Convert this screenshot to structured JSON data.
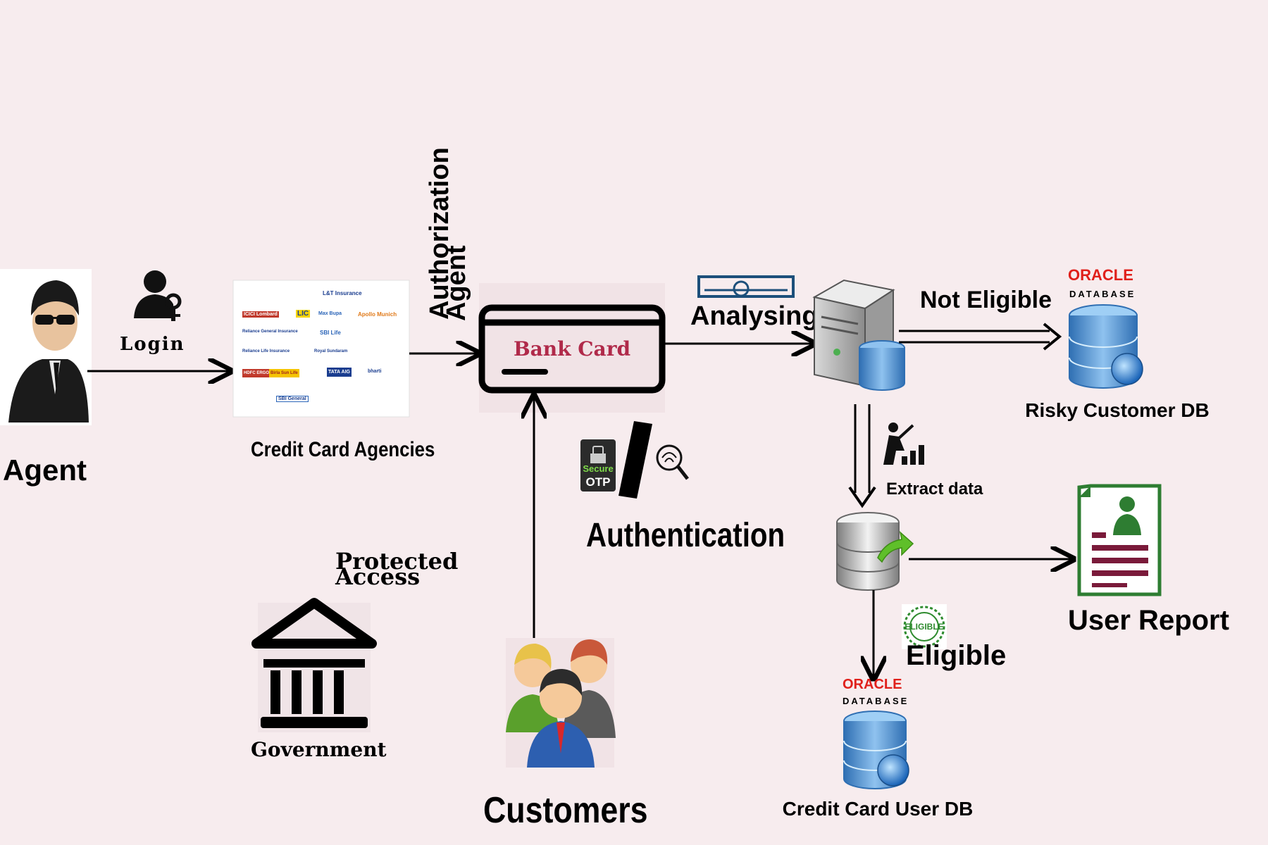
{
  "nodes": {
    "agent": {
      "label": "Agent"
    },
    "login": {
      "label": "Login"
    },
    "agencies": {
      "label": "Credit Card Agencies",
      "logos": [
        "L&T Insurance",
        "ICICI Lombard",
        "LIC",
        "Max Bupa",
        "Apollo Munich",
        "Reliance General Insurance",
        "SBI Life",
        "Reliance Life Insurance",
        "Royal Sundaram",
        "HDFC ERGO",
        "Birla Sun Life",
        "TATA AIG",
        "bharti",
        "SBI General"
      ]
    },
    "authorization": {
      "label_line1": "Authorization",
      "label_line2": "Agent"
    },
    "bank_card": {
      "label": "Bank Card"
    },
    "analysing": {
      "label": "Analysing"
    },
    "not_eligible": {
      "label": "Not Eligible"
    },
    "risky_db": {
      "label": "Risky Customer DB",
      "brand": "ORACLE",
      "brand_sub": "DATABASE"
    },
    "extract": {
      "label": "Extract data"
    },
    "otp": {
      "line1": "Secure",
      "line2": "OTP"
    },
    "authentication": {
      "label": "Authentication"
    },
    "user_report": {
      "label": "User Report"
    },
    "eligible": {
      "label": "Eligible",
      "badge": "ELIGIBLE"
    },
    "credit_db": {
      "label": "Credit Card User DB",
      "brand": "ORACLE",
      "brand_sub": "DATABASE"
    },
    "protected": {
      "line1": "Protected",
      "line2": "Access"
    },
    "government": {
      "label": "Government"
    },
    "customers": {
      "label": "Customers"
    }
  },
  "colors": {
    "background": "#f7ecee",
    "card_text": "#b02a4a",
    "oracle_red": "#e0201b",
    "report_green": "#2e7d32",
    "report_lines": "#7a1a3a",
    "db_blue": "#4a86c5"
  }
}
